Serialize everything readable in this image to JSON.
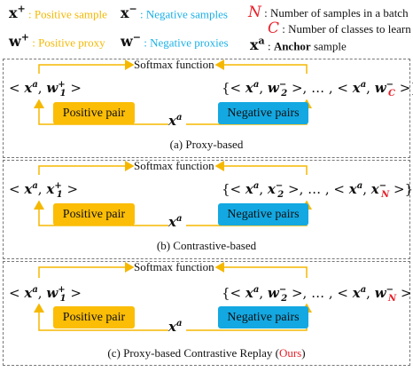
{
  "legend": {
    "x_plus_symbol": "x",
    "x_plus_mark": "+",
    "x_plus_label": ": Positive sample",
    "x_minus_symbol": "x",
    "x_minus_mark": "−",
    "x_minus_label": ": Negative samples",
    "n_symbol": "N",
    "n_label": ": Number of samples in a batch",
    "c_symbol": "C",
    "c_label": ": Number of classes to learn",
    "w_plus_symbol": "w",
    "w_plus_mark": "+",
    "w_plus_label": ": Positive proxy",
    "w_minus_symbol": "w",
    "w_minus_mark": "−",
    "w_minus_label": ": Negative proxies",
    "xa_symbol": "x",
    "xa_mark": "a",
    "xa_label_prefix": ": ",
    "xa_label_bold": "Anchor",
    "xa_label_suffix": " sample",
    "colors": {
      "positive": "#f5b800",
      "negative": "#1ab0e8",
      "red": "#e8202a"
    }
  },
  "panels": [
    {
      "softmax": "Softmax function",
      "left_formula": {
        "a": "<",
        "var": "x",
        "sup": "a",
        "comma": ",",
        "var2": "w",
        "sub2": "1",
        "sup2": "+",
        "z": ">"
      },
      "right_formula": {
        "open": "{<",
        "var": "x",
        "sup": "a",
        "comma": ",",
        "var2": "w",
        "sub2": "2",
        "sup2": "−",
        "mid": ">, … , <",
        "var3": "x",
        "sup3": "a",
        "comma2": ",",
        "var4": "w",
        "sub4": "C",
        "sup4": "−",
        "close": ">}"
      },
      "positive": "Positive pair",
      "negative": "Negative pairs",
      "anchor": {
        "var": "x",
        "sup": "a"
      },
      "caption": "(a) Proxy-based",
      "caption_ours": ""
    },
    {
      "softmax": "Softmax function",
      "left_formula": {
        "a": "<",
        "var": "x",
        "sup": "a",
        "comma": ",",
        "var2": "x",
        "sub2": "1",
        "sup2": "+",
        "z": ">"
      },
      "right_formula": {
        "open": "{<",
        "var": "x",
        "sup": "a",
        "comma": ",",
        "var2": "x",
        "sub2": "2",
        "sup2": "−",
        "mid": ">, … , <",
        "var3": "x",
        "sup3": "a",
        "comma2": ",",
        "var4": "x",
        "sub4": "N",
        "sup4": "−",
        "close": ">}"
      },
      "positive": "Positive pair",
      "negative": "Negative pairs",
      "anchor": {
        "var": "x",
        "sup": "a"
      },
      "caption": "(b) Contrastive-based",
      "caption_ours": ""
    },
    {
      "softmax": "Softmax function",
      "left_formula": {
        "a": "<",
        "var": "x",
        "sup": "a",
        "comma": ",",
        "var2": "w",
        "sub2": "1",
        "sup2": "+",
        "z": ">"
      },
      "right_formula": {
        "open": "{<",
        "var": "x",
        "sup": "a",
        "comma": ",",
        "var2": "w",
        "sub2": "2",
        "sup2": "−",
        "mid": ">, … , <",
        "var3": "x",
        "sup3": "a",
        "comma2": ",",
        "var4": "w",
        "sub4": "N",
        "sup4": "−",
        "close": ">}"
      },
      "positive": "Positive pair",
      "negative": "Negative pairs",
      "anchor": {
        "var": "x",
        "sup": "a"
      },
      "caption": "(c) Proxy-based Contrastive Replay (",
      "caption_ours": "Ours",
      "caption_end": ")"
    }
  ]
}
